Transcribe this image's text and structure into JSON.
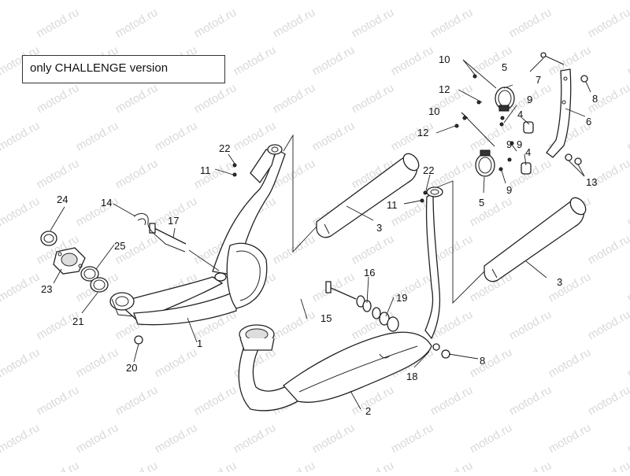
{
  "watermark": "motod.ru",
  "note": "only CHALLENGE version",
  "callouts": {
    "c1": "1",
    "c2": "2",
    "c3a": "3",
    "c3b": "3",
    "c4a": "4",
    "c4b": "4",
    "c5a": "5",
    "c5b": "5",
    "c6": "6",
    "c7": "7",
    "c8a": "8",
    "c8b": "8",
    "c9a": "9",
    "c9b": "9",
    "c9c": "9",
    "c9d": "9",
    "c10a": "10",
    "c10b": "10",
    "c11a": "11",
    "c11b": "11",
    "c12a": "12",
    "c12b": "12",
    "c13": "13",
    "c14": "14",
    "c15": "15",
    "c16": "16",
    "c17": "17",
    "c18": "18",
    "c19": "19",
    "c20": "20",
    "c21": "21",
    "c22a": "22",
    "c22b": "22",
    "c23": "23",
    "c24": "24",
    "c25": "25"
  }
}
